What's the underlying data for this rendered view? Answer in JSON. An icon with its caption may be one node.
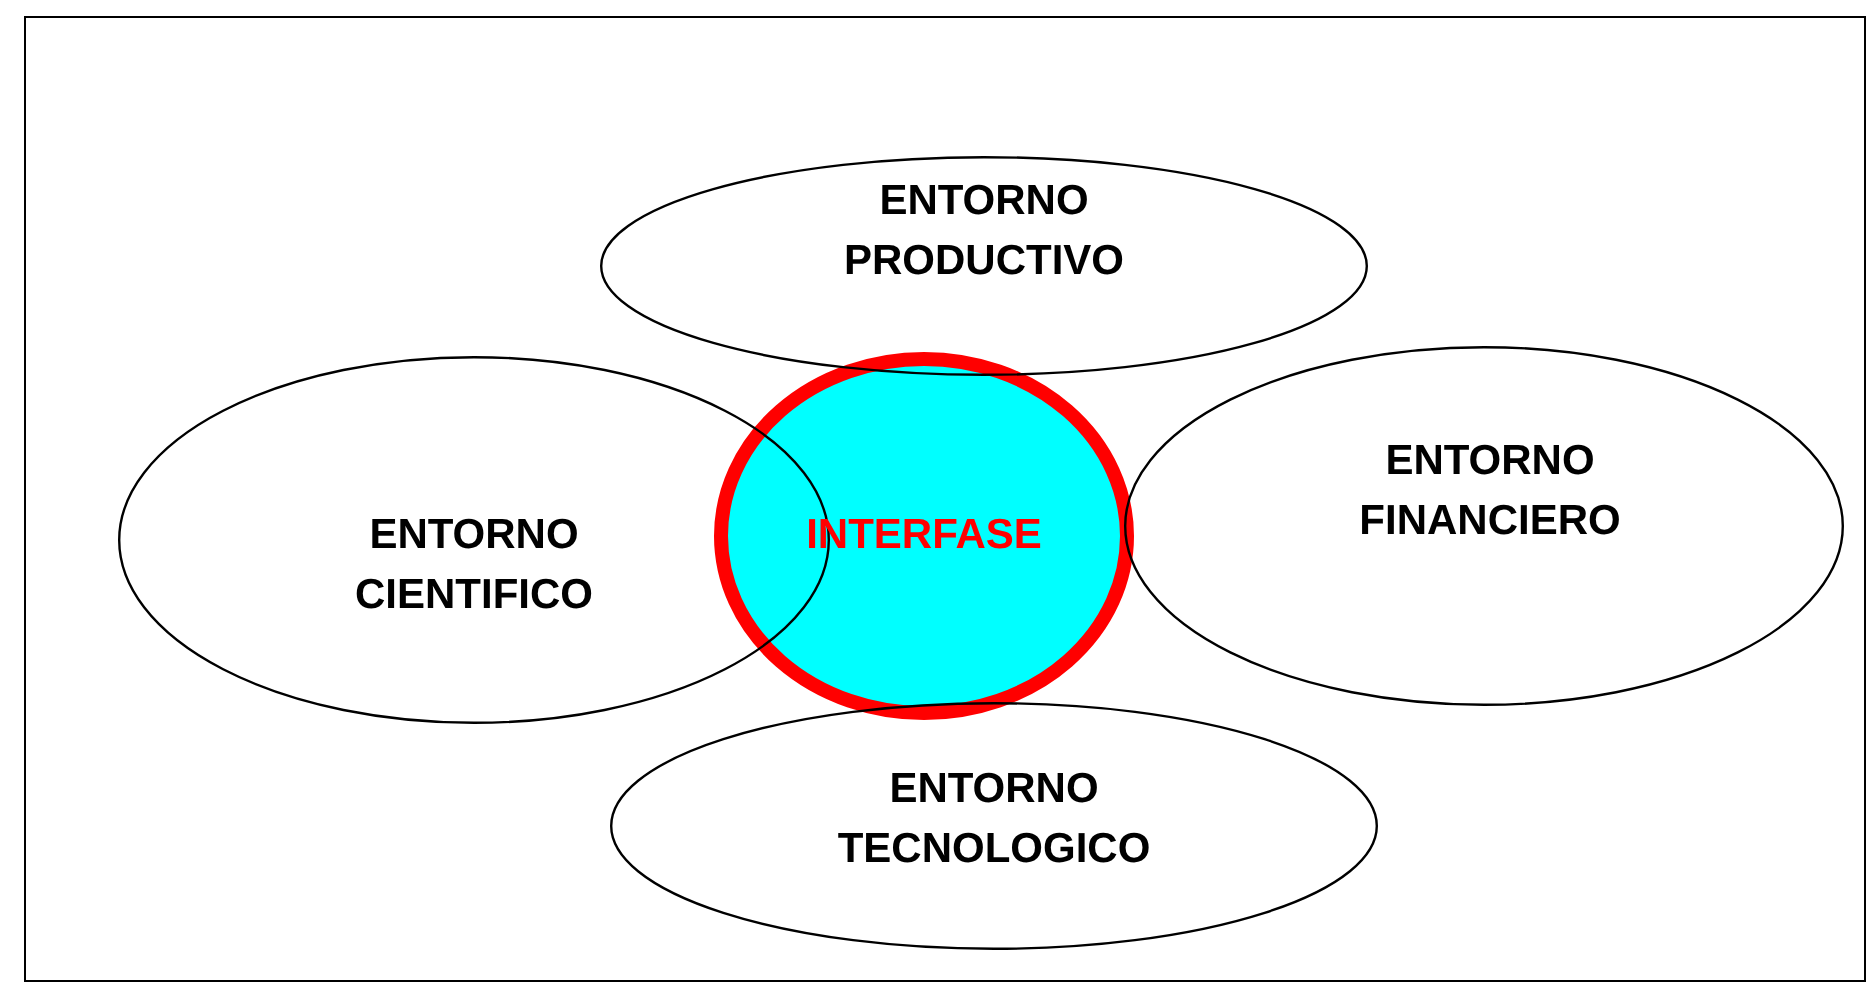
{
  "diagram": {
    "nodes": [
      {
        "text": [
          "INTERFASE"
        ]
      },
      {
        "text": [
          "ENTORNO PRODUCTIVO"
        ]
      },
      {
        "text": [
          "ENTORNO CIENTIFICO"
        ]
      },
      {
        "text": [
          "ENTORNO FINANCIERO"
        ]
      },
      {
        "text": [
          "ENTORNO TECNOLOGICO"
        ]
      }
    ]
  }
}
